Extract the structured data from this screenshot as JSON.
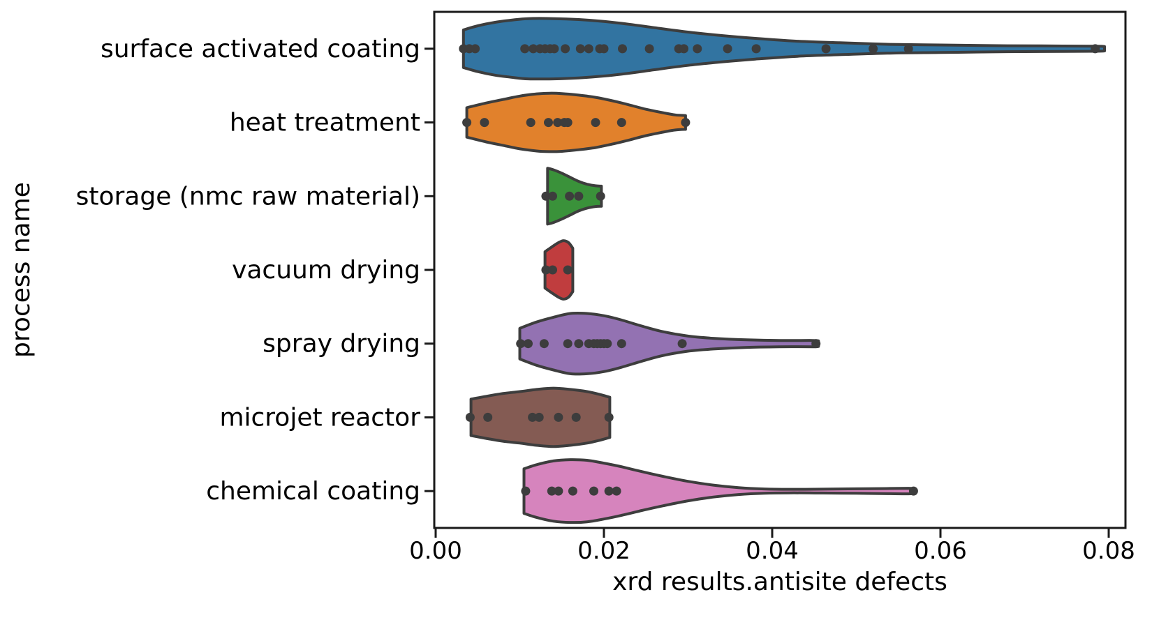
{
  "chart_data": {
    "type": "violin",
    "orientation": "horizontal",
    "overlay": "strip-dots",
    "title": "",
    "xlabel": "xrd results.antisite defects",
    "ylabel": "process name",
    "xlim": [
      -0.0002,
      0.082
    ],
    "xticks": [
      0.0,
      0.02,
      0.04,
      0.06,
      0.08
    ],
    "xtick_labels": [
      "0.00",
      "0.02",
      "0.04",
      "0.06",
      "0.08"
    ],
    "grid": false,
    "legend": "none",
    "edge_color": "#3d3d3d",
    "dot_color": "#3d3d3d",
    "spine_color": "#1a1a1a",
    "categories": [
      {
        "label": "surface activated coating",
        "color": "#3274a1",
        "points": [
          0.0033,
          0.004,
          0.0047,
          0.0106,
          0.0116,
          0.0124,
          0.013,
          0.0136,
          0.0141,
          0.0154,
          0.0172,
          0.0182,
          0.0195,
          0.02,
          0.0222,
          0.0254,
          0.0289,
          0.0295,
          0.0311,
          0.0347,
          0.0381,
          0.0464,
          0.052,
          0.0562,
          0.0784
        ],
        "density_profile": [
          [
            0.0033,
            0.6
          ],
          [
            0.005,
            0.73
          ],
          [
            0.007,
            0.84
          ],
          [
            0.009,
            0.91
          ],
          [
            0.011,
            0.96
          ],
          [
            0.014,
            0.96
          ],
          [
            0.017,
            0.93
          ],
          [
            0.02,
            0.87
          ],
          [
            0.023,
            0.78
          ],
          [
            0.026,
            0.67
          ],
          [
            0.03,
            0.53
          ],
          [
            0.034,
            0.42
          ],
          [
            0.038,
            0.33
          ],
          [
            0.043,
            0.24
          ],
          [
            0.048,
            0.19
          ],
          [
            0.054,
            0.14
          ],
          [
            0.06,
            0.12
          ],
          [
            0.066,
            0.1
          ],
          [
            0.072,
            0.09
          ],
          [
            0.0785,
            0.08
          ],
          [
            0.0795,
            0.07
          ]
        ]
      },
      {
        "label": "heat treatment",
        "color": "#e1812c",
        "points": [
          0.0037,
          0.0058,
          0.0113,
          0.0134,
          0.0145,
          0.0153,
          0.0157,
          0.019,
          0.0221,
          0.0297
        ],
        "density_profile": [
          [
            0.0037,
            0.47
          ],
          [
            0.006,
            0.62
          ],
          [
            0.008,
            0.73
          ],
          [
            0.01,
            0.84
          ],
          [
            0.012,
            0.91
          ],
          [
            0.0135,
            0.93
          ],
          [
            0.015,
            0.92
          ],
          [
            0.017,
            0.87
          ],
          [
            0.019,
            0.8
          ],
          [
            0.021,
            0.69
          ],
          [
            0.023,
            0.56
          ],
          [
            0.025,
            0.42
          ],
          [
            0.027,
            0.31
          ],
          [
            0.0285,
            0.24
          ],
          [
            0.0297,
            0.22
          ]
        ]
      },
      {
        "label": "storage (nmc raw material)",
        "color": "#3a923a",
        "points": [
          0.0131,
          0.0139,
          0.0159,
          0.017,
          0.0196
        ],
        "density_profile": [
          [
            0.0133,
            0.89
          ],
          [
            0.014,
            0.84
          ],
          [
            0.015,
            0.73
          ],
          [
            0.016,
            0.6
          ],
          [
            0.017,
            0.47
          ],
          [
            0.018,
            0.38
          ],
          [
            0.019,
            0.33
          ],
          [
            0.0197,
            0.32
          ]
        ]
      },
      {
        "label": "vacuum drying",
        "color": "#c03d3e",
        "points": [
          0.0131,
          0.0139,
          0.0157
        ],
        "density_profile": [
          [
            0.013,
            0.58
          ],
          [
            0.0138,
            0.73
          ],
          [
            0.0146,
            0.87
          ],
          [
            0.0152,
            0.93
          ],
          [
            0.0158,
            0.87
          ],
          [
            0.0163,
            0.69
          ]
        ]
      },
      {
        "label": "spray drying",
        "color": "#9372b2",
        "points": [
          0.0101,
          0.011,
          0.0129,
          0.0157,
          0.017,
          0.0182,
          0.0188,
          0.0192,
          0.0196,
          0.02,
          0.0204,
          0.0221,
          0.0293,
          0.0452
        ],
        "density_profile": [
          [
            0.01,
            0.49
          ],
          [
            0.012,
            0.69
          ],
          [
            0.014,
            0.84
          ],
          [
            0.016,
            0.96
          ],
          [
            0.018,
            0.96
          ],
          [
            0.02,
            0.89
          ],
          [
            0.022,
            0.76
          ],
          [
            0.0245,
            0.56
          ],
          [
            0.027,
            0.38
          ],
          [
            0.03,
            0.24
          ],
          [
            0.033,
            0.17
          ],
          [
            0.037,
            0.12
          ],
          [
            0.041,
            0.1
          ],
          [
            0.0448,
            0.1
          ],
          [
            0.0455,
            0.09
          ]
        ]
      },
      {
        "label": "microjet reactor",
        "color": "#845b53",
        "points": [
          0.0041,
          0.0062,
          0.0115,
          0.0123,
          0.0146,
          0.0167,
          0.0206
        ],
        "density_profile": [
          [
            0.0042,
            0.58
          ],
          [
            0.006,
            0.67
          ],
          [
            0.008,
            0.76
          ],
          [
            0.01,
            0.82
          ],
          [
            0.012,
            0.89
          ],
          [
            0.014,
            0.93
          ],
          [
            0.016,
            0.89
          ],
          [
            0.018,
            0.82
          ],
          [
            0.0195,
            0.73
          ],
          [
            0.0207,
            0.64
          ]
        ]
      },
      {
        "label": "chemical coating",
        "color": "#d684bd",
        "points": [
          0.0107,
          0.0138,
          0.0146,
          0.0163,
          0.0188,
          0.0206,
          0.0215,
          0.0568
        ],
        "density_profile": [
          [
            0.0105,
            0.71
          ],
          [
            0.012,
            0.84
          ],
          [
            0.014,
            0.96
          ],
          [
            0.016,
            1.0
          ],
          [
            0.018,
            0.98
          ],
          [
            0.02,
            0.89
          ],
          [
            0.022,
            0.78
          ],
          [
            0.0245,
            0.62
          ],
          [
            0.027,
            0.47
          ],
          [
            0.03,
            0.31
          ],
          [
            0.033,
            0.19
          ],
          [
            0.036,
            0.11
          ],
          [
            0.039,
            0.067
          ],
          [
            0.042,
            0.056
          ],
          [
            0.046,
            0.062
          ],
          [
            0.05,
            0.071
          ],
          [
            0.054,
            0.084
          ],
          [
            0.0562,
            0.089
          ],
          [
            0.0569,
            0.078
          ]
        ]
      }
    ]
  }
}
